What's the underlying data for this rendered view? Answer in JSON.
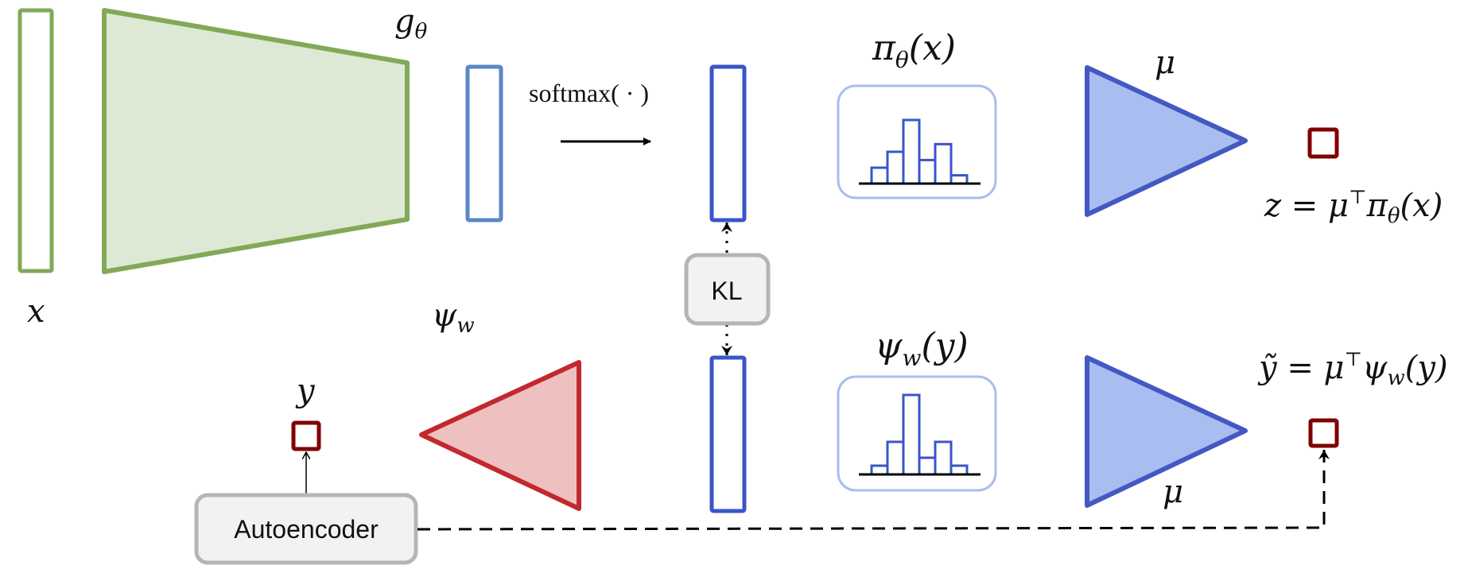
{
  "diagram": {
    "labels": {
      "x": "x",
      "g_theta": "gθ",
      "psi_w": "ψw",
      "softmax": "softmax( · )",
      "pi_theta_x": "πθ(x)",
      "psi_w_y": "ψw(y)",
      "mu_top": "μ",
      "mu_bottom": "μ",
      "z_formula": "z = μ⊤πθ(x)",
      "ytilde_formula": "ỹ = μ⊤ψw(y)",
      "y": "y",
      "kl": "KL",
      "autoencoder": "Autoencoder"
    },
    "label_parts": {
      "g": "g",
      "g_sub": "θ",
      "psi": "ψ",
      "psi_sub": "w",
      "pi": "π",
      "pi_sub": "θ",
      "pi_arg": "(x)",
      "psi2": "ψ",
      "psi2_sub": "w",
      "psi2_arg": "(y)",
      "z_lhs": "z = μ",
      "z_sup": "⊤",
      "z_pi": "π",
      "z_pi_sub": "θ",
      "z_arg": "(x)",
      "y_lhs": "ỹ = μ",
      "y_sup": "⊤",
      "y_psi": "ψ",
      "y_psi_sub": "w",
      "y_arg": "(y)"
    },
    "histograms": {
      "pi_theta_x": [
        0.25,
        0.5,
        1.0,
        0.37,
        0.62,
        0.13
      ],
      "psi_w_y": [
        0.11,
        0.41,
        1.0,
        0.21,
        0.41,
        0.11
      ]
    },
    "colors": {
      "green_stroke": "#82a957",
      "green_fill": "#dde9d4",
      "light_blue_stroke": "#5b87c6",
      "blue_stroke": "#3a55c8",
      "tri_blue_stroke": "#4458c4",
      "tri_blue_fill": "#a9bdf0",
      "hist_box_stroke": "#a9bdf0",
      "red_stroke": "#c1292e",
      "red_fill": "#efc0c0",
      "dark_red": "#800000",
      "grey_border": "#b5b5b5",
      "grey_fill": "#f2f2f2"
    }
  }
}
